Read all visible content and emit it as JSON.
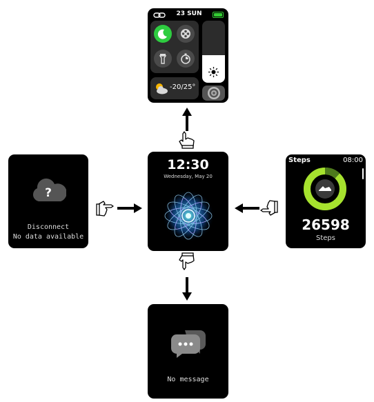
{
  "control_center": {
    "link_icon": "link-icon",
    "date": "23 SUN",
    "battery_color": "#33cc33",
    "weather": "-20/25°",
    "tiles": [
      "moon-icon",
      "film-reel-icon",
      "flashlight-icon",
      "timer-icon",
      "brightness-slider",
      "settings-gear-icon"
    ]
  },
  "watch_face": {
    "time": "12:30",
    "date": "Wednesday, May 20"
  },
  "disconnect": {
    "line1": "Disconnect",
    "line2": "No data available"
  },
  "steps": {
    "title": "Steps",
    "time": "08:00",
    "value": "26598",
    "label": "Steps",
    "ring_color": "#a6e22e"
  },
  "message": {
    "text": "No message"
  }
}
